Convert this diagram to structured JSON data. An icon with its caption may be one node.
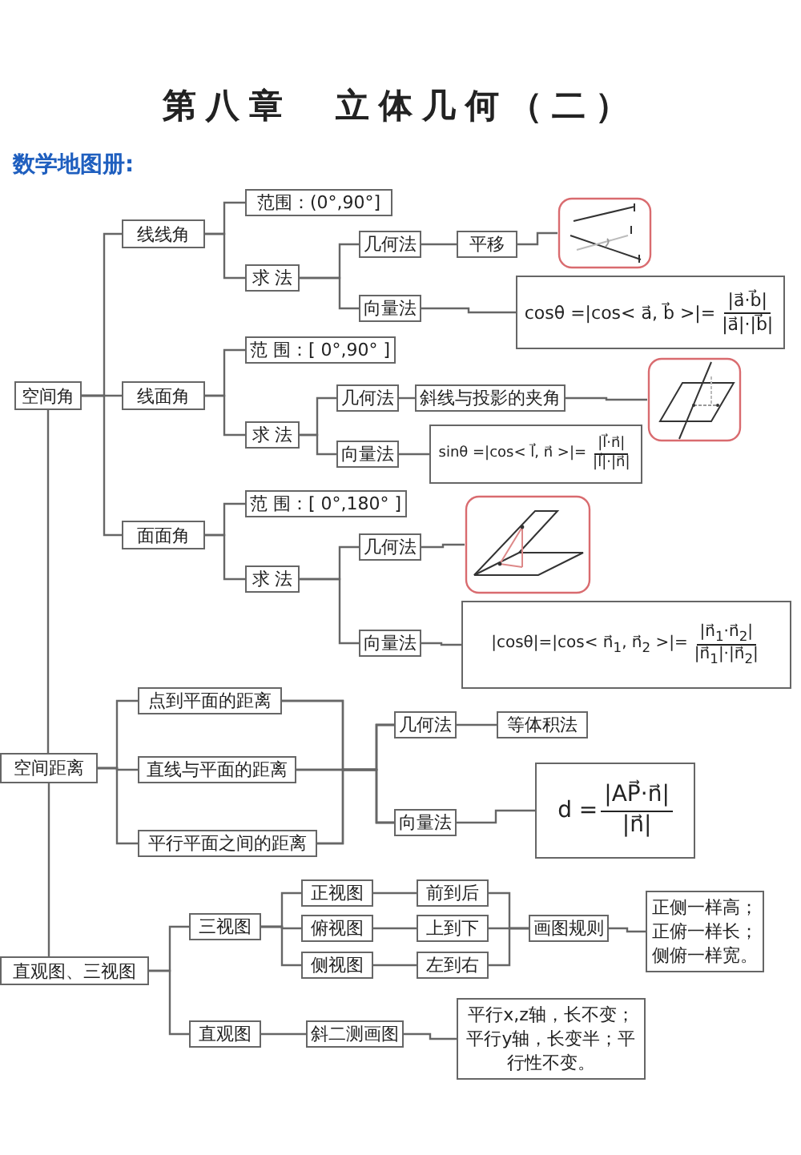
{
  "diagram": {
    "title": "第八章　立体几何（二）",
    "nodes": [
      {
        "text": [
          "空间角"
        ]
      },
      {
        "text": [
          "线线角"
        ]
      },
      {
        "text": [
          "范围：(0°,90°]"
        ]
      },
      {
        "text": [
          "求 法"
        ]
      },
      {
        "text": [
          "几何法"
        ]
      },
      {
        "text": [
          "平移"
        ]
      },
      {
        "text": [],
        "shape": "picture"
      },
      {
        "text": [
          "向量法"
        ]
      },
      {
        "text": [
          "cosθ =|cos< a⃗, b⃗ >|=",
          "|a⃗·b⃗|",
          "|a⃗|·|b⃗|"
        ]
      },
      {
        "text": [
          "线面角"
        ]
      },
      {
        "text": [
          "范 围：[ 0°,90° ]"
        ]
      },
      {
        "text": [
          "求 法"
        ]
      },
      {
        "text": [
          "几何法"
        ]
      },
      {
        "text": [
          "斜线与投影的夹角"
        ]
      },
      {
        "text": [],
        "shape": "picture"
      },
      {
        "text": [
          "向量法"
        ]
      },
      {
        "text": [
          "sinθ =|cos< l⃗, n⃗ >|=",
          "|l⃗·n⃗|",
          "|l⃗|·|n⃗|"
        ]
      },
      {
        "text": [
          "面面角"
        ]
      },
      {
        "text": [
          "范 围：[ 0°,180° ]"
        ]
      },
      {
        "text": [
          "求 法"
        ]
      },
      {
        "text": [
          "几何法"
        ]
      },
      {
        "text": [],
        "shape": "picture"
      },
      {
        "text": [
          "向量法"
        ]
      },
      {
        "text": [
          "|cosθ|=|cos< n⃗$_{1}$, n⃗$_{2}$ >|=",
          "|n⃗$_{1}$·n⃗$_{2}$|",
          "|n⃗$_{1}$|·|n⃗$_{2}$|"
        ]
      },
      {
        "text": [
          "空间距离"
        ]
      },
      {
        "text": [
          "点到平面的距离"
        ]
      },
      {
        "text": [
          "直线与平面的距离"
        ]
      },
      {
        "text": [
          "平行平面之间的距离"
        ]
      },
      {
        "text": [
          "几何法"
        ]
      },
      {
        "text": [
          "等体积法"
        ]
      },
      {
        "text": [
          "向量法"
        ]
      },
      {
        "text": [
          "d =",
          "|AP⃗·n⃗|",
          "|n⃗|"
        ]
      },
      {
        "text": [
          "直观图、三视图"
        ]
      },
      {
        "text": [
          "三视图"
        ]
      },
      {
        "text": [
          "正视图"
        ]
      },
      {
        "text": [
          "前到后"
        ]
      },
      {
        "text": [
          "俯视图"
        ]
      },
      {
        "text": [
          "上到下"
        ]
      },
      {
        "text": [
          "侧视图"
        ]
      },
      {
        "text": [
          "左到右"
        ]
      },
      {
        "text": [
          "画图规则"
        ]
      },
      {
        "text": [
          "正侧一样高；正俯一样长；侧俯一样宽。"
        ]
      },
      {
        "text": [
          "直观图"
        ]
      },
      {
        "text": [
          "斜二测画图"
        ]
      },
      {
        "text": [
          "平行x,z轴，长不变；平行y轴，长变半；平行性不变。"
        ]
      }
    ],
    "edges": [
      {
        "from": 0,
        "to": 1,
        "arrow": "none"
      },
      {
        "from": 0,
        "to": 9,
        "arrow": "none"
      },
      {
        "from": 0,
        "to": 17,
        "arrow": "none"
      },
      {
        "from": 1,
        "to": 2,
        "arrow": "none"
      },
      {
        "from": 1,
        "to": 3,
        "arrow": "none"
      },
      {
        "from": 3,
        "to": 4,
        "arrow": "none"
      },
      {
        "from": 3,
        "to": 7,
        "arrow": "none"
      },
      {
        "from": 4,
        "to": 5,
        "arrow": "none"
      },
      {
        "from": 5,
        "to": 6,
        "arrow": "none"
      },
      {
        "from": 7,
        "to": 8,
        "arrow": "none"
      },
      {
        "from": 9,
        "to": 10,
        "arrow": "none"
      },
      {
        "from": 9,
        "to": 11,
        "arrow": "none"
      },
      {
        "from": 11,
        "to": 12,
        "arrow": "none"
      },
      {
        "from": 11,
        "to": 15,
        "arrow": "none"
      },
      {
        "from": 12,
        "to": 13,
        "arrow": "none"
      },
      {
        "from": 13,
        "to": 14,
        "arrow": "none"
      },
      {
        "from": 15,
        "to": 16,
        "arrow": "none"
      },
      {
        "from": 17,
        "to": 18,
        "arrow": "none"
      },
      {
        "from": 17,
        "to": 19,
        "arrow": "none"
      },
      {
        "from": 19,
        "to": 20,
        "arrow": "none"
      },
      {
        "from": 19,
        "to": 22,
        "arrow": "none"
      },
      {
        "from": 20,
        "to": 21,
        "arrow": "none"
      },
      {
        "from": 22,
        "to": 23,
        "arrow": "none"
      },
      {
        "from": 0,
        "to": 24,
        "arrow": "none"
      },
      {
        "from": 24,
        "to": 25,
        "arrow": "none"
      },
      {
        "from": 24,
        "to": 26,
        "arrow": "none"
      },
      {
        "from": 24,
        "to": 27,
        "arrow": "none"
      },
      {
        "from": 25,
        "to": 28,
        "arrow": "none"
      },
      {
        "from": 25,
        "to": 30,
        "arrow": "none"
      },
      {
        "from": 26,
        "to": 28,
        "arrow": "none"
      },
      {
        "from": 26,
        "to": 30,
        "arrow": "none"
      },
      {
        "from": 27,
        "to": 28,
        "arrow": "none"
      },
      {
        "from": 27,
        "to": 30,
        "arrow": "none"
      },
      {
        "from": 28,
        "to": 29,
        "arrow": "none"
      },
      {
        "from": 30,
        "to": 31,
        "arrow": "none"
      },
      {
        "from": 24,
        "to": 32,
        "arrow": "none"
      },
      {
        "from": 32,
        "to": 33,
        "arrow": "none"
      },
      {
        "from": 32,
        "to": 42,
        "arrow": "none"
      },
      {
        "from": 33,
        "to": 34,
        "arrow": "none"
      },
      {
        "from": 33,
        "to": 36,
        "arrow": "none"
      },
      {
        "from": 33,
        "to": 38,
        "arrow": "none"
      },
      {
        "from": 34,
        "to": 35,
        "arrow": "none"
      },
      {
        "from": 36,
        "to": 37,
        "arrow": "none"
      },
      {
        "from": 38,
        "to": 39,
        "arrow": "none"
      },
      {
        "from": 35,
        "to": 40,
        "arrow": "none"
      },
      {
        "from": 37,
        "to": 40,
        "arrow": "none"
      },
      {
        "from": 39,
        "to": 40,
        "arrow": "none"
      },
      {
        "from": 40,
        "to": 41,
        "arrow": "none"
      },
      {
        "from": 42,
        "to": 43,
        "arrow": "none"
      },
      {
        "from": 43,
        "to": 44,
        "arrow": "none"
      }
    ],
    "labels": [
      "数学地图册:"
    ]
  }
}
